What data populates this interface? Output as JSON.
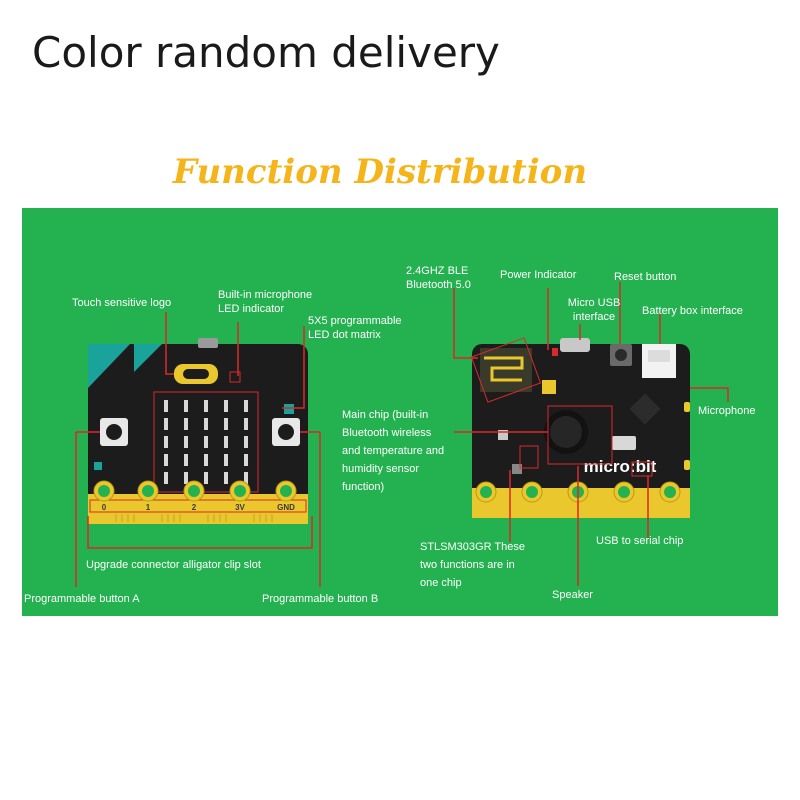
{
  "header": {
    "title": "Color random delivery"
  },
  "diagram": {
    "subtitle": "Function Distribution",
    "front": {
      "pins": [
        "0",
        "1",
        "2",
        "3V",
        "GND"
      ],
      "labels": {
        "touch_logo": "Touch sensitive logo",
        "mic_led": [
          "Built-in microphone",
          "LED indicator"
        ],
        "led_matrix": [
          "5X5 programmable",
          "LED dot matrix"
        ],
        "alligator": "Upgrade connector alligator clip slot",
        "button_a": "Programmable button A",
        "button_b": "Programmable button B"
      }
    },
    "back": {
      "brand": "micro:bit",
      "labels": {
        "ble": [
          "2.4GHZ BLE",
          "Bluetooth 5.0"
        ],
        "power": "Power Indicator",
        "reset": "Reset button",
        "usb": [
          "Micro USB",
          "interface"
        ],
        "battery": "Battery box interface",
        "microphone": "Microphone",
        "main_chip": [
          "Main chip (built-in",
          "Bluetooth wireless",
          "and temperature and",
          "humidity sensor",
          "function)"
        ],
        "stl": [
          "STLSM303GR These",
          "two functions are in",
          "one chip"
        ],
        "usb_serial": "USB to serial chip",
        "speaker": "Speaker"
      }
    }
  },
  "colors": {
    "panel": "#24b150",
    "title_accent": "#f5b41a",
    "board": "#1c1c1c",
    "gold": "#e9c72d",
    "led": "#d8d8d8",
    "leader": "#d9292b"
  }
}
